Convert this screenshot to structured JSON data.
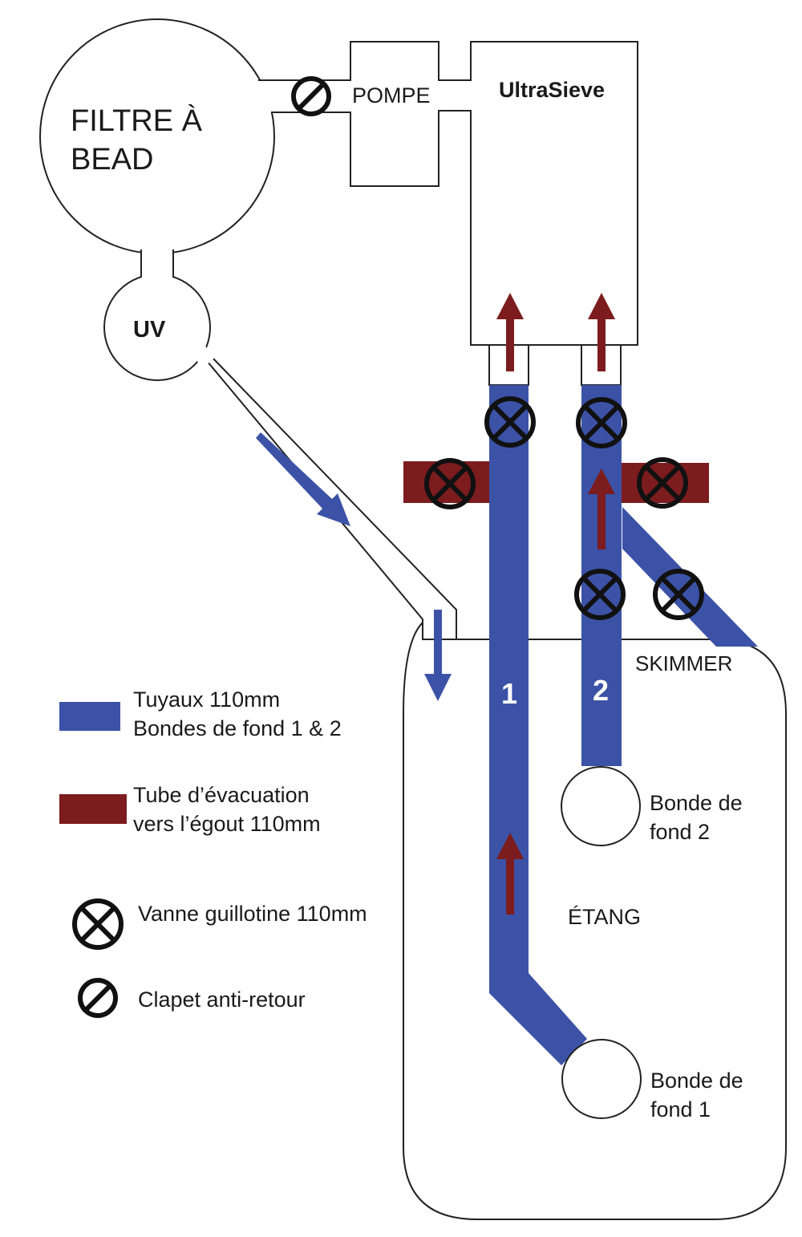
{
  "colors": {
    "pipe_blue": "#3b52a6",
    "drain_red": "#7c1c1e",
    "arrow_red": "#7c1c1e",
    "arrow_blue": "#3b52a6",
    "outline": "#222222",
    "valve": "#111111"
  },
  "components": {
    "bead_filter": "FILTRE À\nBEAD",
    "pump": "POMPE",
    "ultrasieve": "UltraSieve",
    "uv": "UV",
    "skimmer": "SKIMMER",
    "pond": "ÉTANG",
    "bottom_drain_2": "Bonde de\nfond 2",
    "bottom_drain_1": "Bonde de\nfond 1",
    "pipe_1_number": "1",
    "pipe_2_number": "2"
  },
  "legend": {
    "pipes": "Tuyaux 110mm\nBondes de fond 1 & 2",
    "drain_tube": "Tube d’évacuation\nvers l’égout 110mm",
    "gate_valve": "Vanne guillotine 110mm",
    "check_valve": "Clapet anti-retour"
  },
  "icons": [
    "gate-valve-icon",
    "check-valve-icon",
    "flow-arrow-icon"
  ]
}
